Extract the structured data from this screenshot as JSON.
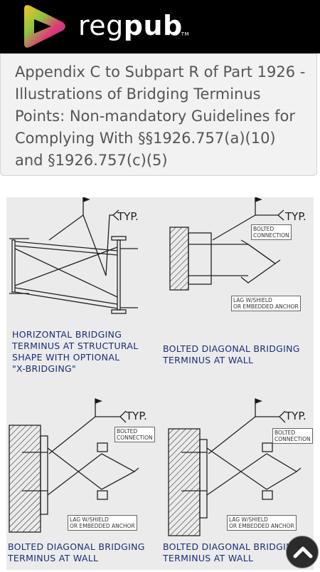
{
  "header": {
    "brand_regular": "reg",
    "brand_bold": "pub",
    "trademark": "TM",
    "logo_icon": "play-triangle-logo"
  },
  "article": {
    "title": "Appendix C to Subpart R of Part 1926 - Illustrations of Bridging Terminus Points: Non-mandatory Guidelines for Complying With §§1926.757(a)(10) and §1926.757(c)(5)"
  },
  "figure": {
    "panels": [
      {
        "typ": "TYP.",
        "caption": "HORIZONTAL BRIDGING\nTERMINUS AT STRUCTURAL\nSHAPE WITH OPTIONAL\n\"X-BRIDGING\""
      },
      {
        "typ": "TYP.",
        "callout_top": "BOLTED\nCONNECTION",
        "callout_bottom": "LAG W/SHIELD\nOR EMBEDDED ANCHOR",
        "caption": "BOLTED DIAGONAL BRIDGING\nTERMINUS AT WALL"
      },
      {
        "typ": "TYP.",
        "callout_top": "BOLTED\nCONNECTION",
        "callout_bottom": "LAG W/SHIELD\nOR EMBEDDED ANCHOR",
        "caption": "BOLTED DIAGONAL BRIDGING\nTERMINUS AT WALL"
      },
      {
        "typ": "TYP.",
        "callout_top": "BOLTED\nCONNECTION",
        "callout_bottom": "LAG W/SHIELD\nOR EMBEDDED ANCHOR",
        "caption": "BOLTED DIAGONAL BRIDGING\nTERMINUS AT WALL"
      }
    ]
  },
  "scroll_top": {
    "icon": "chevron-up-icon"
  }
}
